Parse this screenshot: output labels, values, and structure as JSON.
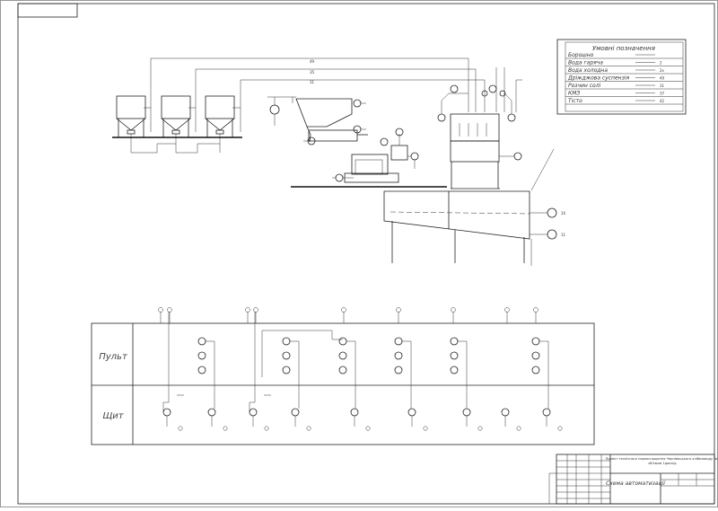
{
  "legend": {
    "title": "Умовні позначення",
    "items": [
      {
        "label": "Борошно",
        "code": ""
      },
      {
        "label": "Вода гаряча",
        "code": "2"
      },
      {
        "label": "Вода холодна",
        "code": "2х"
      },
      {
        "label": "Дріжджова суспензія",
        "code": "49"
      },
      {
        "label": "Розчин солі",
        "code": "31"
      },
      {
        "label": "КМЗ",
        "code": "37"
      },
      {
        "label": "Тісто",
        "code": "42"
      }
    ]
  },
  "zones": {
    "top": "Пульт",
    "bottom": "Щит"
  },
  "title_block": {
    "project": "Проект технічного переоснащення Чернівецького хлібозаводу №1 об'ємом 1двоп/д",
    "drawing": "Схема автоматизації"
  }
}
